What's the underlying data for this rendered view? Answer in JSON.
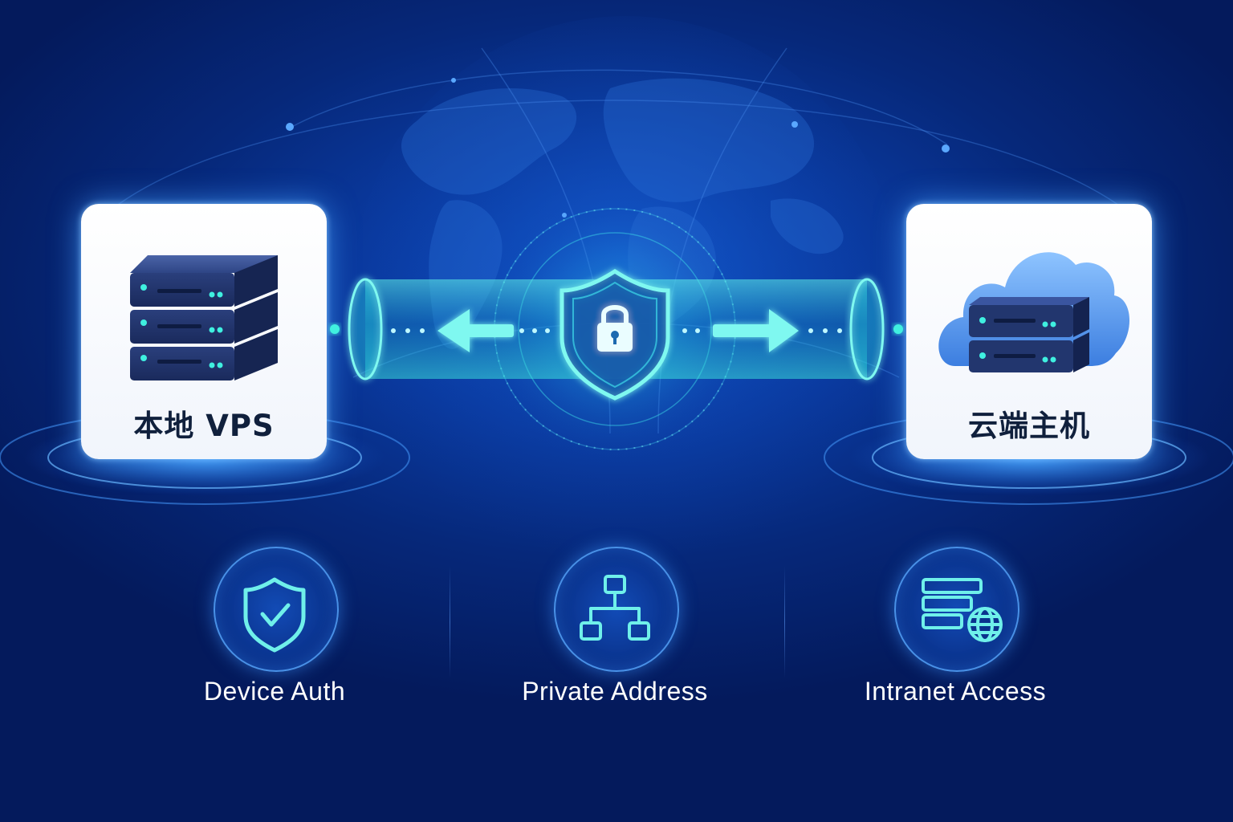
{
  "nodes": {
    "local": {
      "label": "本地 VPS"
    },
    "cloud": {
      "label": "云端主机"
    }
  },
  "features": [
    {
      "label": "Device Auth",
      "icon": "shield-check-icon"
    },
    {
      "label": "Private Address",
      "icon": "network-tree-icon"
    },
    {
      "label": "Intranet Access",
      "icon": "server-globe-icon"
    }
  ],
  "colors": {
    "background": "#062a7e",
    "accent_cyan": "#3ff0e0",
    "glow_blue": "#4aa3ff",
    "card": "#ffffff",
    "server": "#243a78",
    "cloud": "#4c8fe8"
  }
}
